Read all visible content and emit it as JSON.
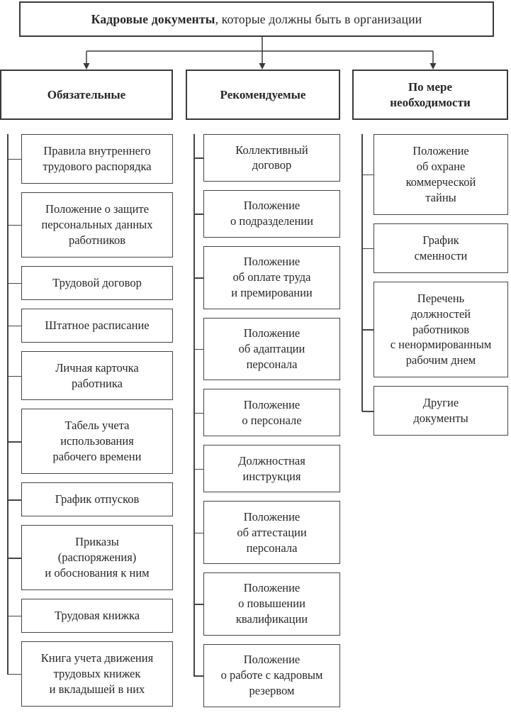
{
  "title": {
    "bold": "Кадровые документы",
    "rest": ", которые должны быть в организации"
  },
  "columns": [
    {
      "header": "Обязательные",
      "items": [
        "Правила внутреннего\nтрудового распорядка",
        "Положение о защите\nперсональных данных\nработников",
        "Трудовой договор",
        "Штатное расписание",
        "Личная карточка\nработника",
        "Табель учета\nиспользования\nрабочего времени",
        "График отпусков",
        "Приказы\n(распоряжения)\nи обоснования к ним",
        "Трудовая книжка",
        "Книга учета движения\nтрудовых книжек\nи вкладышей в них"
      ]
    },
    {
      "header": "Рекомендуемые",
      "items": [
        "Коллективный\nдоговор",
        "Положение\nо подразделении",
        "Положение\nоб оплате труда\nи премировании",
        "Положение\nоб адаптации\nперсонала",
        "Положение\nо персонале",
        "Должностная\nинструкция",
        "Положение\nоб аттестации\nперсонала",
        "Положение\nо повышении\nквалификации",
        "Положение\nо работе с кадровым\nрезервом"
      ]
    },
    {
      "header": "По мере\nнеобходимости",
      "items": [
        "Положение\nоб охране\nкоммерческой\nтайны",
        "График\nсменности",
        "Перечень\nдолжностей\nработников\nс ненормированным\nрабочим днем",
        "Другие\nдокументы"
      ]
    }
  ],
  "colors": {
    "line": "#454545",
    "border_strong": "#3a3a3a",
    "text": "#262626",
    "background": "#ffffff"
  }
}
